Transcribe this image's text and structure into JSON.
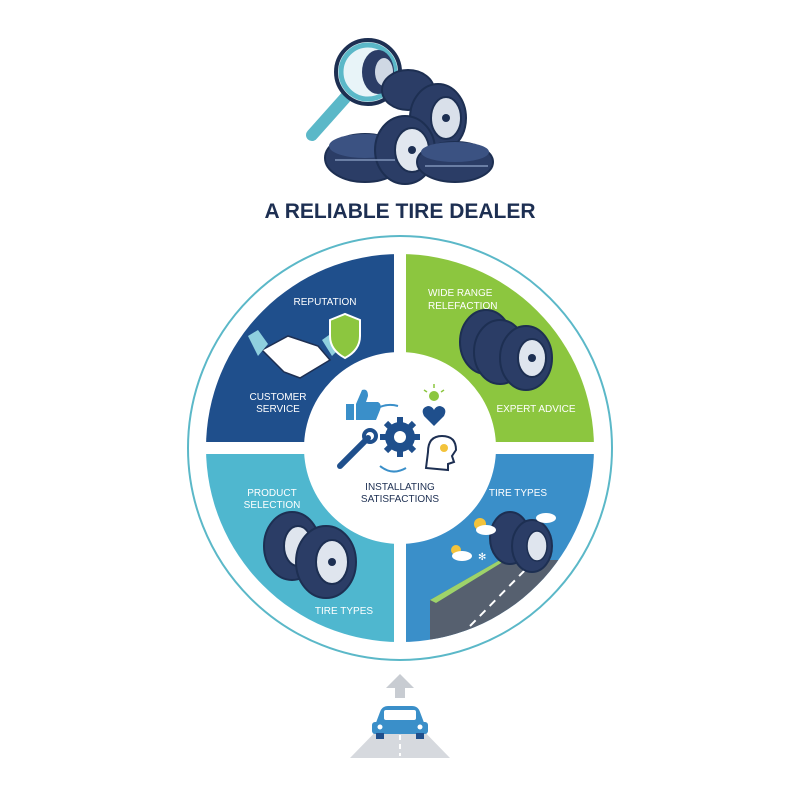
{
  "title": "A RELIABLE TIRE DEALER",
  "quadrants": {
    "top_left": {
      "label": "REPUTATION",
      "sublabel": [
        "CUSTOMER",
        "SERVICE"
      ]
    },
    "top_right": {
      "label": [
        "WIDE RANGE",
        "RELEFACTION"
      ],
      "sublabel": "EXPERT ADVICE"
    },
    "bottom_left": {
      "label": [
        "PRODUCT",
        "SELECTION"
      ],
      "sublabel": "TIRE TYPES"
    },
    "bottom_right": {
      "label": "TIRE TYPES"
    }
  },
  "center": {
    "label": [
      "INSTALLATING",
      "SATISFACTIONS"
    ]
  },
  "colors": {
    "navy": "#1f4f8c",
    "green": "#8cc63f",
    "light_blue": "#4fb7cf",
    "mid_blue": "#3a8fc9",
    "ring": "#5bb8c8",
    "dark": "#1d2f52",
    "tire": "#2b3d66"
  },
  "icons": [
    "magnifier-icon",
    "tire-stack-icon",
    "handshake-icon",
    "shield-icon",
    "thumbs-up-icon",
    "gear-icon",
    "wrench-icon",
    "lightbulb-icon",
    "heart-icon",
    "head-icon",
    "sun-cloud-icon",
    "snowflake-icon",
    "road-icon",
    "car-icon",
    "arrow-up-icon"
  ]
}
